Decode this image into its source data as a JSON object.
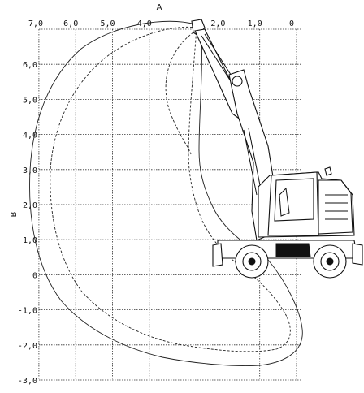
{
  "axis_a": {
    "label": "A",
    "ticks": [
      {
        "label": "7,0",
        "value": 7
      },
      {
        "label": "6,0",
        "value": 6
      },
      {
        "label": "5,0",
        "value": 5
      },
      {
        "label": "4,0",
        "value": 4
      },
      {
        "label": "2,0",
        "value": 2
      },
      {
        "label": "1,0",
        "value": 1
      },
      {
        "label": "0",
        "value": 0
      }
    ]
  },
  "axis_b": {
    "label": "B",
    "ticks": [
      {
        "label": "6,0",
        "value": 6
      },
      {
        "label": "5,0",
        "value": 5
      },
      {
        "label": "4,0",
        "value": 4
      },
      {
        "label": "3,0",
        "value": 3
      },
      {
        "label": "2,0",
        "value": 2
      },
      {
        "label": "1,0",
        "value": 1
      },
      {
        "label": "0",
        "value": 0
      },
      {
        "label": "-1,0",
        "value": -1
      },
      {
        "label": "-2,0",
        "value": -2
      },
      {
        "label": "-3,0",
        "value": -3
      }
    ]
  },
  "colors": {
    "lines": "#222222",
    "background": "#ffffff"
  }
}
